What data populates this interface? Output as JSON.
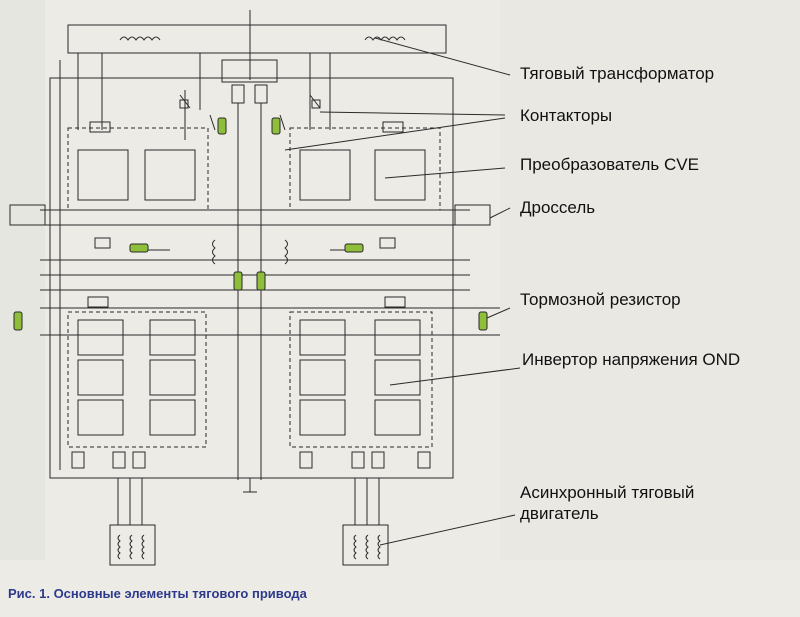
{
  "figure": {
    "caption": "Рис. 1. Основные элементы тягового привода"
  },
  "callouts": [
    {
      "id": "transformer",
      "text": "Тяговый трансформатор"
    },
    {
      "id": "contactors",
      "text": "Контакторы"
    },
    {
      "id": "converter",
      "text": "Преобразователь CVE"
    },
    {
      "id": "choke",
      "text": "Дроссель"
    },
    {
      "id": "brake-resistor",
      "text": "Тормозной резистор"
    },
    {
      "id": "inverter",
      "text": "Инвертор напряжения OND"
    },
    {
      "id": "motor-line1",
      "text": "Асинхронный тяговый"
    },
    {
      "id": "motor-line2",
      "text": "двигатель"
    }
  ],
  "colors": {
    "line": "#2a2a2a",
    "component_green": "#8fbf3a",
    "caption": "#2d3a8c",
    "background": "#ecebe6"
  }
}
